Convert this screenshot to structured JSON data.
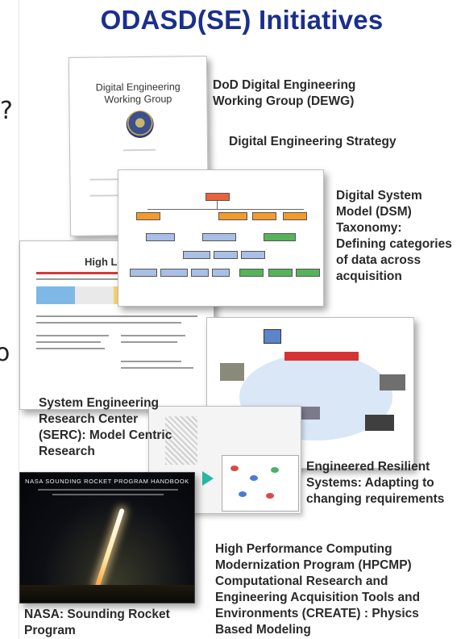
{
  "title": "ODASD(SE) Initiatives",
  "edge_glyphs": [
    "?",
    "o"
  ],
  "labels": {
    "dewg": "DoD Digital Engineering\nWorking Group (DEWG)",
    "strategy": "Digital Engineering Strategy",
    "dsm": "Digital System\nModel (DSM)\nTaxonomy:\nDefining categories\nof data across\nacquisition",
    "serc": "System Engineering\nResearch Center\n(SERC): Model Centric\nResearch",
    "ers": "Engineered Resilient\nSystems: Adapting to\nchanging requirements",
    "hpcmp": "High Performance Computing\nModernization Program (HPCMP)\nComputational Research and\nEngineering Acquisition Tools and\nEnvironments (CREATE) : Physics\nBased Modeling",
    "nasa": "NASA: Sounding Rocket\nProgram"
  },
  "thumbnails": {
    "dewg_doc_title": "Digital Engineering\nWorking Group",
    "serc_header": "High Level",
    "nasa_header": "NASA SOUNDING ROCKET PROGRAM HANDBOOK"
  },
  "colors": {
    "title": "#1b2f8c",
    "label": "#2a2a2a",
    "dsm_root": "#e8633a",
    "dsm_orange": "#f29a2e",
    "dsm_blue": "#a9bfe6",
    "dsm_green": "#57b35a",
    "ers_bar": "#d63434",
    "hpc_arrow": "#27b7a6"
  }
}
